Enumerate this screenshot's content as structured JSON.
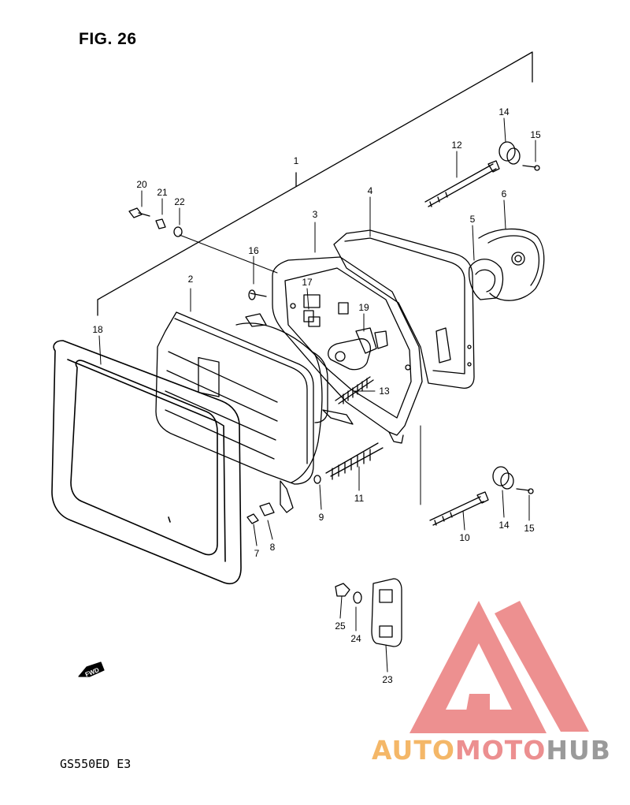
{
  "figure": {
    "title": "FIG. 26",
    "model_code": "GS550ED E3"
  },
  "direction_arrow": {
    "label": "FWD",
    "icon": "fwd-arrow-icon"
  },
  "watermark": {
    "part1": "AUTO",
    "part2": "MOTO",
    "part3": "HUB",
    "icon": "automotohub-logo-icon",
    "color_a": "#f4b768",
    "color_b": "#ec8f90",
    "color_c": "#9a9a9a"
  },
  "callouts": [
    "1",
    "2",
    "3",
    "4",
    "5",
    "6",
    "7",
    "8",
    "9",
    "10",
    "11",
    "12",
    "13",
    "14",
    "14",
    "15",
    "15",
    "16",
    "17",
    "18",
    "19",
    "20",
    "21",
    "22",
    "23",
    "24",
    "25"
  ]
}
